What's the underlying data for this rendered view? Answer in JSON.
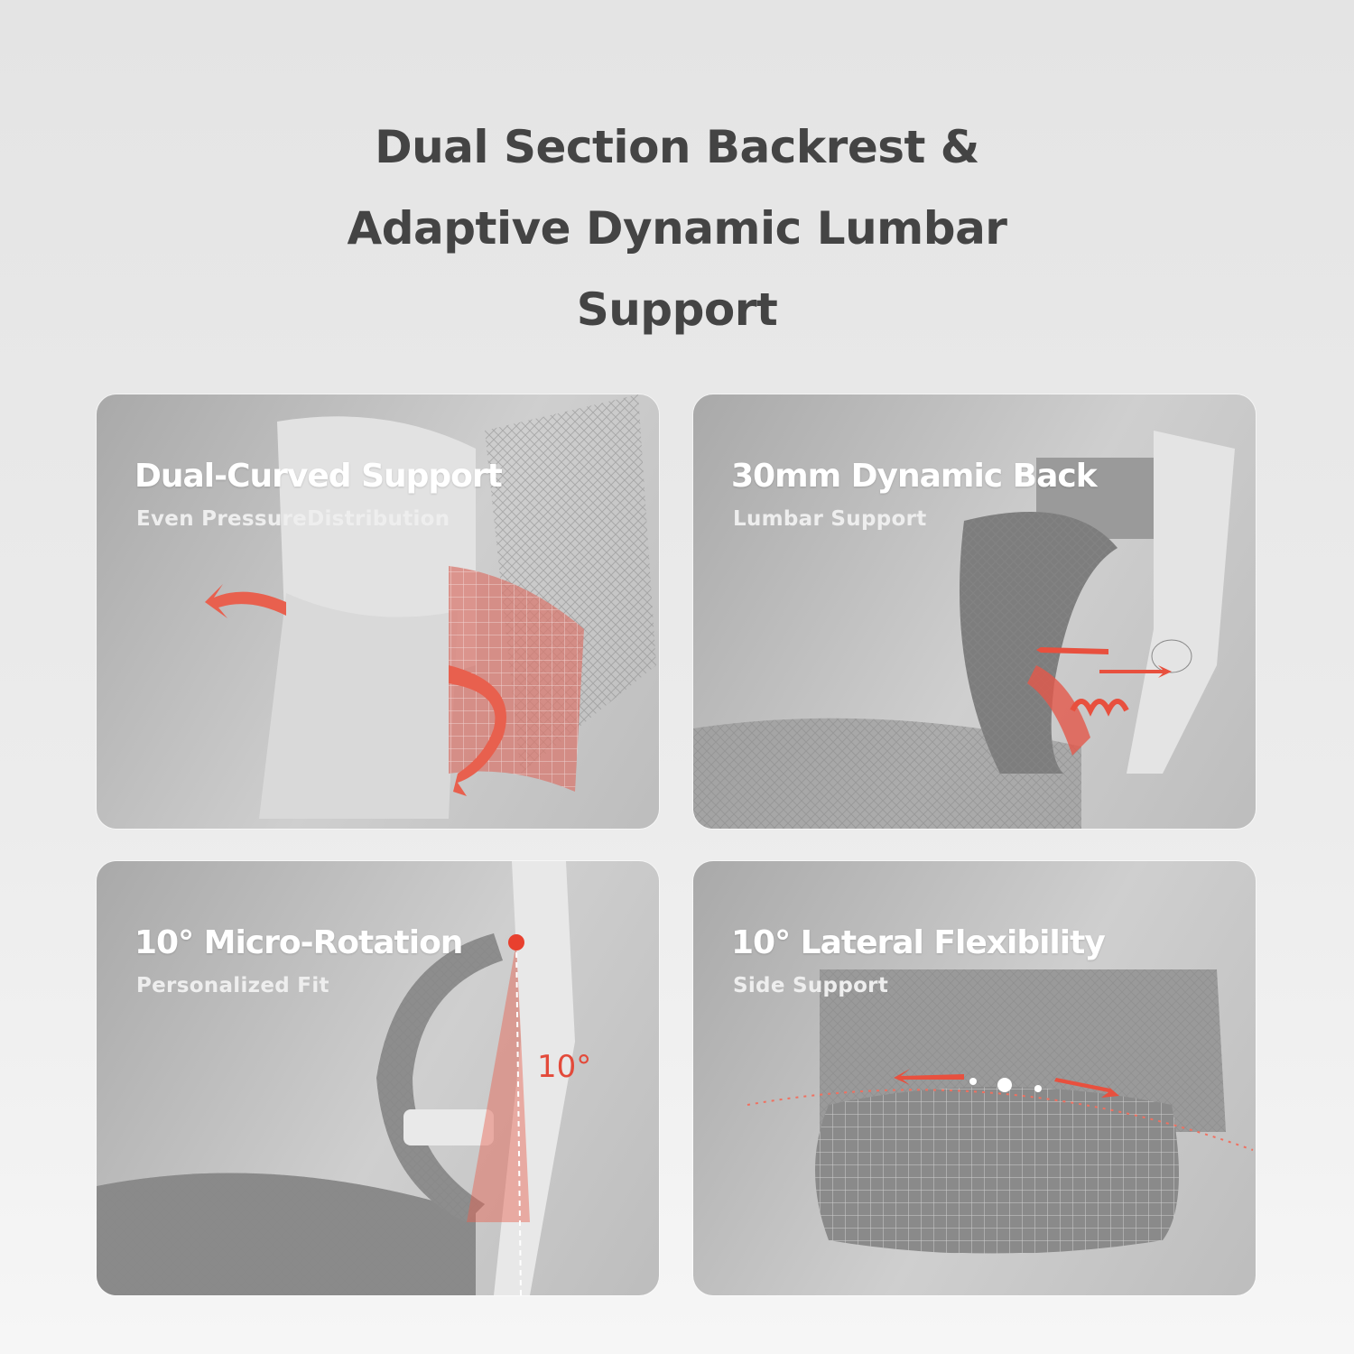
{
  "header": {
    "title_lines": [
      "Dual Section Backrest &",
      "Adaptive Dynamic Lumbar",
      "Support"
    ]
  },
  "cards": [
    {
      "title": "Dual-Curved Support",
      "subtitle": "Even PressureDistribution"
    },
    {
      "title": "30mm Dynamic Back",
      "subtitle": "Lumbar Support"
    },
    {
      "title": "10° Micro-Rotation",
      "subtitle": "Personalized Fit",
      "angle_label": "10°"
    },
    {
      "title": "10° Lateral Flexibility",
      "subtitle": "Side Support"
    }
  ],
  "colors": {
    "accent": "#e8503e",
    "title_text": "#444444",
    "card_bg": "#bdbdbd"
  }
}
